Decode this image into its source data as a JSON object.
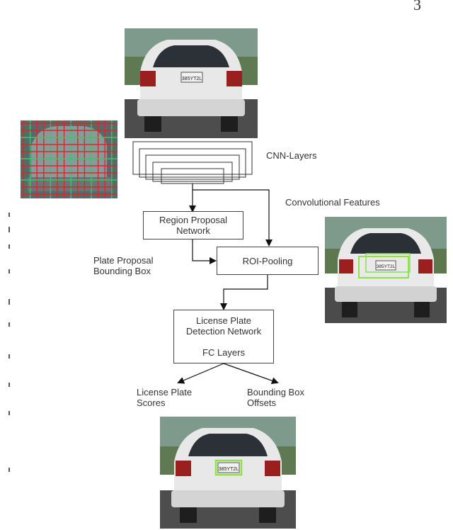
{
  "page_number": "3",
  "labels": {
    "cnn_layers": "CNN-Layers",
    "conv_features": "Convolutional Features",
    "rpn": "Region Proposal\nNetwork",
    "roi_pooling": "ROI-Pooling",
    "plate_proposal": "Plate Proposal\nBounding Box",
    "detection_network": "License Plate\nDetection Network\n\nFC Layers",
    "scores": "License Plate\nScores",
    "offsets": "Bounding Box\nOffsets"
  },
  "plate_text": {
    "input": "385YT2L",
    "roi": "385YT2L",
    "output": "385YT2L"
  },
  "colors": {
    "plate_box": "#8fe04a",
    "grid_red": "#d42b2b",
    "grid_green": "#45c06a",
    "car_body": "#e6e6e6",
    "sky": "#7fa7a0"
  }
}
